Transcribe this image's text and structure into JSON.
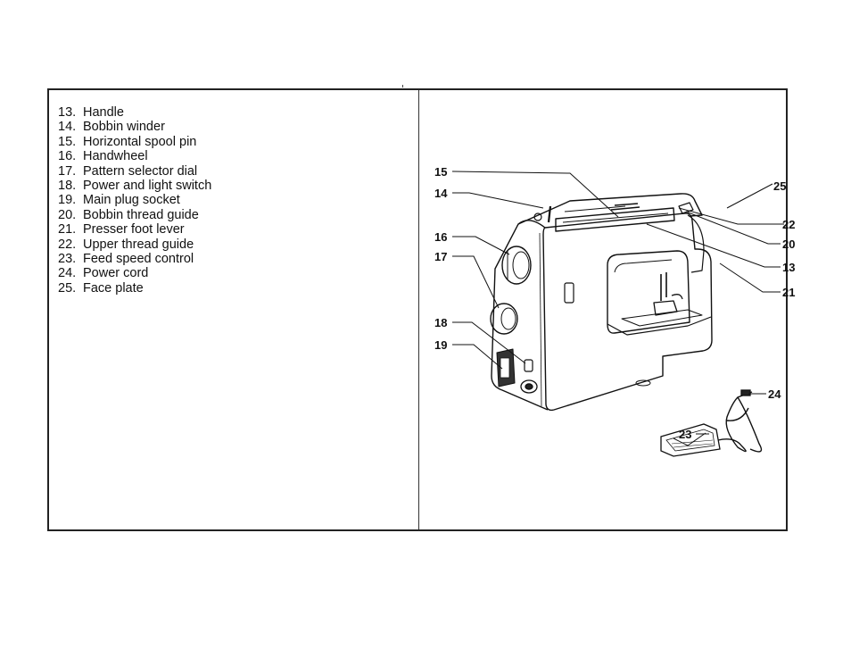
{
  "parts": [
    {
      "num": "13.",
      "label": "Handle"
    },
    {
      "num": "14.",
      "label": "Bobbin winder"
    },
    {
      "num": "15.",
      "label": "Horizontal spool pin"
    },
    {
      "num": "16.",
      "label": "Handwheel"
    },
    {
      "num": "17.",
      "label": "Pattern selector dial"
    },
    {
      "num": "18.",
      "label": "Power and light switch"
    },
    {
      "num": "19.",
      "label": "Main plug socket"
    },
    {
      "num": "20.",
      "label": "Bobbin thread guide"
    },
    {
      "num": "21.",
      "label": "Presser foot lever"
    },
    {
      "num": "22.",
      "label": "Upper thread guide"
    },
    {
      "num": "23.",
      "label": "Feed speed control"
    },
    {
      "num": "24.",
      "label": "Power cord"
    },
    {
      "num": "25.",
      "label": "Face plate"
    }
  ],
  "callouts": {
    "c13": "13",
    "c14": "14",
    "c15": "15",
    "c16": "16",
    "c17": "17",
    "c18": "18",
    "c19": "19",
    "c20": "20",
    "c21": "21",
    "c22": "22",
    "c23": "23",
    "c24": "24",
    "c25": "25"
  }
}
